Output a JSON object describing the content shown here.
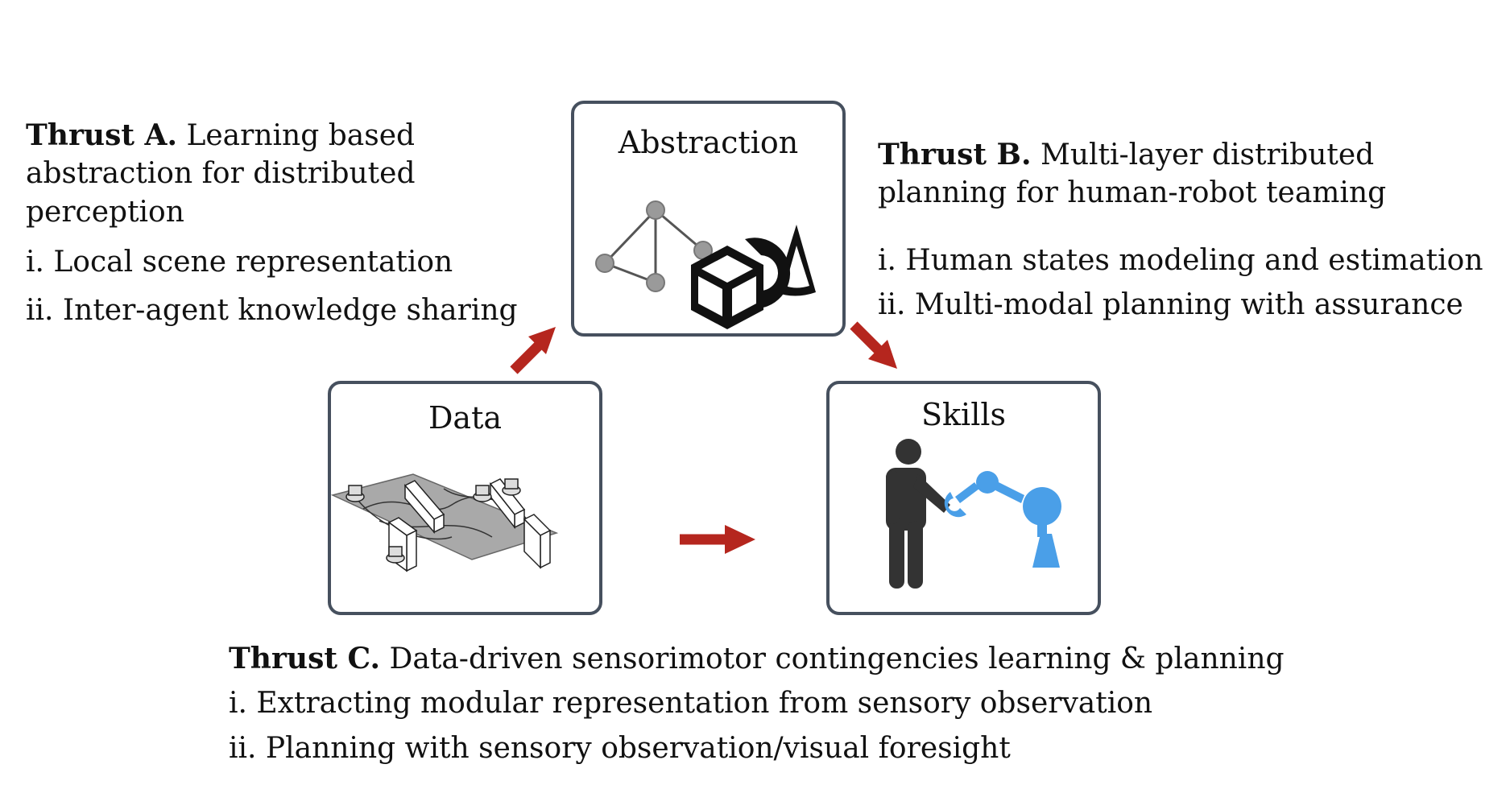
{
  "thrust_a": {
    "heading": "Thrust A.",
    "desc_line1": "Learning based",
    "desc_line2": "abstraction for distributed",
    "desc_line3": "perception",
    "items": [
      "i. Local scene representation",
      "ii. Inter-agent knowledge sharing"
    ]
  },
  "thrust_b": {
    "heading": "Thrust B.",
    "desc_line1": "Multi-layer distributed",
    "desc_line2": "planning for human-robot teaming",
    "items": [
      "i. Human states modeling and estimation",
      "ii. Multi-modal planning with assurance"
    ]
  },
  "thrust_c": {
    "heading": "Thrust C.",
    "desc": "Data-driven sensorimotor contingencies learning & planning",
    "items": [
      "i. Extracting modular representation from sensory observation",
      "ii. Planning with sensory observation/visual foresight"
    ]
  },
  "boxes": {
    "abstraction": "Abstraction",
    "data": "Data",
    "skills": "Skills"
  },
  "colors": {
    "arrow": "#b5261e",
    "box_border": "#46505e",
    "robot_blue": "#4a9fe8",
    "human_dark": "#333333",
    "node_gray": "#9a9a9a"
  }
}
